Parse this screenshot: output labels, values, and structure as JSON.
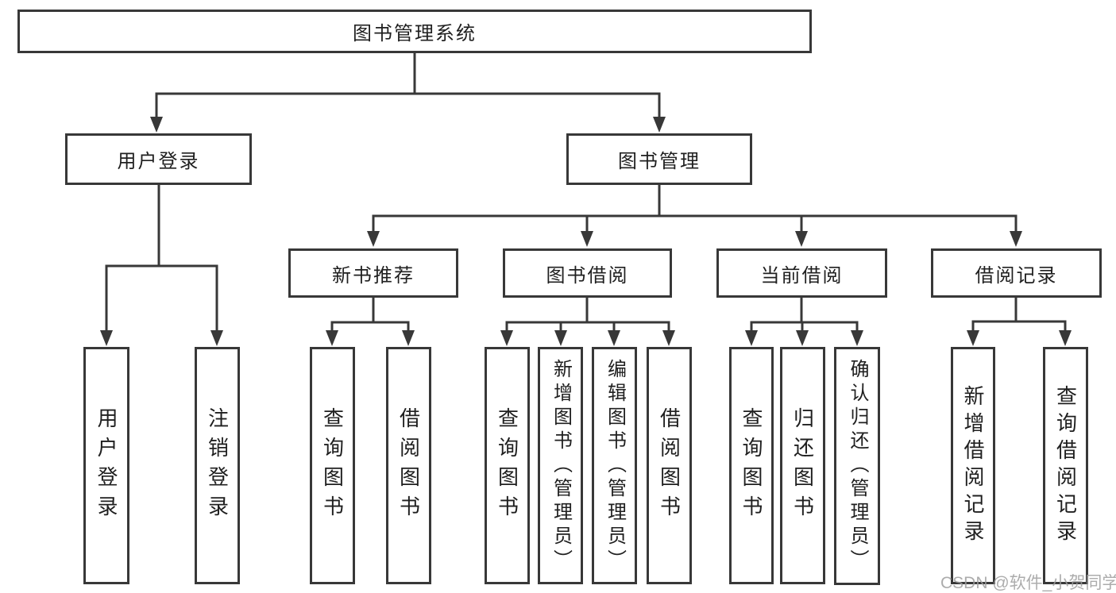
{
  "tree": {
    "root": {
      "label": "图书管理系统",
      "children": [
        {
          "label": "用户登录",
          "children": [
            {
              "label": "用户登录"
            },
            {
              "label": "注销登录"
            }
          ]
        },
        {
          "label": "图书管理",
          "children": [
            {
              "label": "新书推荐",
              "children": [
                {
                  "label": "查询图书"
                },
                {
                  "label": "借阅图书"
                }
              ]
            },
            {
              "label": "图书借阅",
              "children": [
                {
                  "label": "查询图书"
                },
                {
                  "label": "新增图书（管理员）"
                },
                {
                  "label": "编辑图书（管理员）"
                },
                {
                  "label": "借阅图书"
                }
              ]
            },
            {
              "label": "当前借阅",
              "children": [
                {
                  "label": "查询图书"
                },
                {
                  "label": "归还图书"
                },
                {
                  "label": "确认归还（管理员）"
                }
              ]
            },
            {
              "label": "借阅记录",
              "children": [
                {
                  "label": "新增借阅记录"
                },
                {
                  "label": "查询借阅记录"
                }
              ]
            }
          ]
        }
      ]
    }
  },
  "watermark": {
    "text": "CSDN @软件_小贺同学"
  },
  "colors": {
    "line": "#383838",
    "text": "#1f1f1f",
    "watermark": "#9e9e9e",
    "background": "#ffffff"
  }
}
